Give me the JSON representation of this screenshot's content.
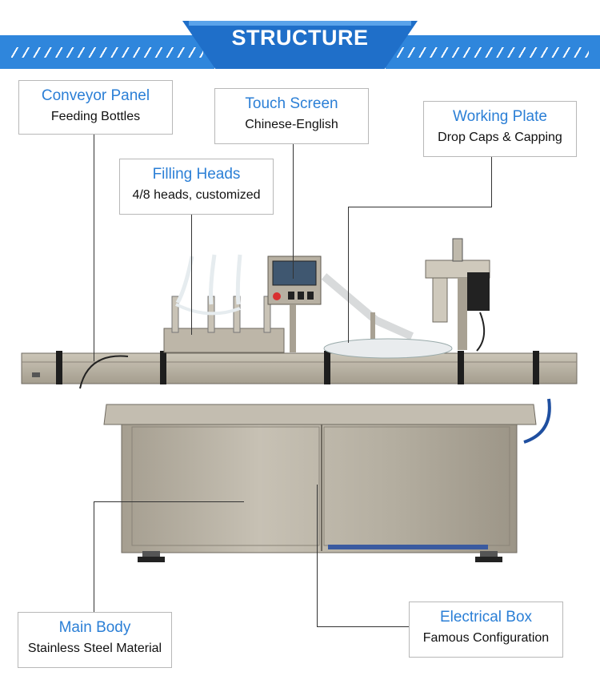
{
  "banner": {
    "title": "STRUCTURE"
  },
  "labels": {
    "conveyor": {
      "title": "Conveyor Panel",
      "subtitle": "Feeding Bottles"
    },
    "touch": {
      "title": "Touch Screen",
      "subtitle": "Chinese-English"
    },
    "working": {
      "title": "Working Plate",
      "subtitle": "Drop Caps & Capping"
    },
    "filling": {
      "title": "Filling Heads",
      "subtitle": "4/8 heads, customized"
    },
    "main": {
      "title": "Main Body",
      "subtitle": "Stainless Steel Material"
    },
    "electrical": {
      "title": "Electrical Box",
      "subtitle": "Famous Configuration"
    }
  },
  "colors": {
    "accent": "#2b7fd6",
    "banner": "#1f6fc9",
    "steel": "#b9b2a4"
  }
}
